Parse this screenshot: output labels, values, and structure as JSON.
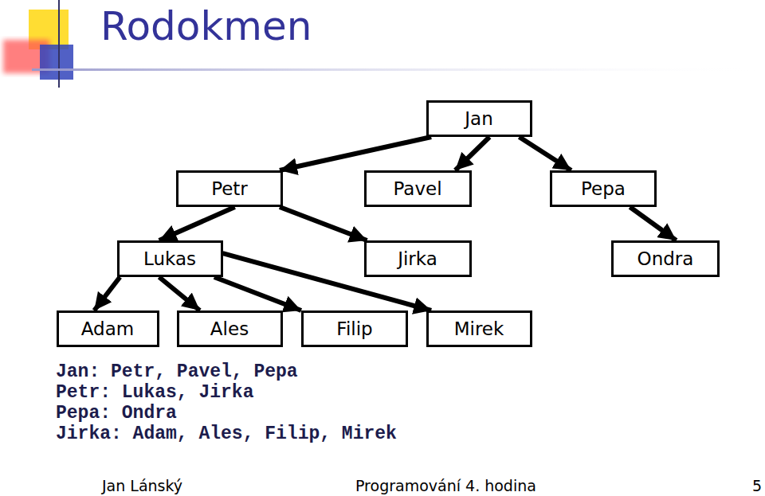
{
  "diagram": {
    "title": "Rodokmen",
    "nodes": [
      {
        "text": [
          "Jan"
        ]
      },
      {
        "text": [
          "Petr"
        ]
      },
      {
        "text": [
          "Pavel"
        ]
      },
      {
        "text": [
          "Pepa"
        ]
      },
      {
        "text": [
          "Lukas"
        ]
      },
      {
        "text": [
          "Jirka"
        ]
      },
      {
        "text": [
          "Ondra"
        ]
      },
      {
        "text": [
          "Adam"
        ]
      },
      {
        "text": [
          "Ales"
        ]
      },
      {
        "text": [
          "Filip"
        ]
      },
      {
        "text": [
          "Mirek"
        ]
      }
    ],
    "edges": [
      {
        "from": 0,
        "to": 1,
        "arrow": "to"
      },
      {
        "from": 0,
        "to": 2,
        "arrow": "to"
      },
      {
        "from": 0,
        "to": 3,
        "arrow": "to"
      },
      {
        "from": 1,
        "to": 4,
        "arrow": "to"
      },
      {
        "from": 1,
        "to": 5,
        "arrow": "to"
      },
      {
        "from": 3,
        "to": 6,
        "arrow": "to"
      },
      {
        "from": 4,
        "to": 7,
        "arrow": "to"
      },
      {
        "from": 4,
        "to": 8,
        "arrow": "to"
      },
      {
        "from": 4,
        "to": 9,
        "arrow": "to"
      },
      {
        "from": 4,
        "to": 10,
        "arrow": "to"
      }
    ],
    "labels": [
      "Jan: Petr, Pavel, Pepa",
      "Petr: Lukas, Jirka",
      "Pepa: Ondra",
      "Jirka: Adam, Ales, Filip, Mirek",
      "Jan Lánský",
      "Programování 4. hodina",
      "5"
    ]
  }
}
